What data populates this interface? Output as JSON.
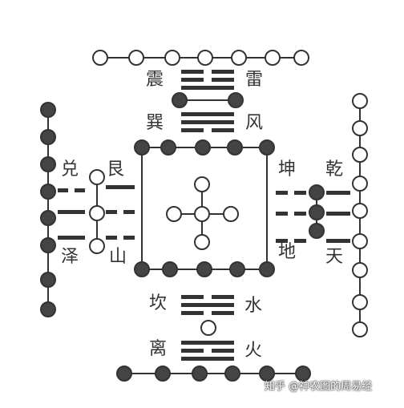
{
  "labels": {
    "zhen": "震",
    "lei": "雷",
    "xun": "巽",
    "feng": "风",
    "dui": "兑",
    "gen": "艮",
    "ze": "泽",
    "shan": "山",
    "kun": "坤",
    "qian": "乾",
    "di": "地",
    "tian": "天",
    "kan": "坎",
    "shui": "水",
    "li": "离",
    "huo": "火"
  },
  "watermark": "知乎 @神农图的周易经",
  "colors": {
    "ink": "#333333",
    "dot_fill": "#444444",
    "paper": "#ffffff"
  }
}
